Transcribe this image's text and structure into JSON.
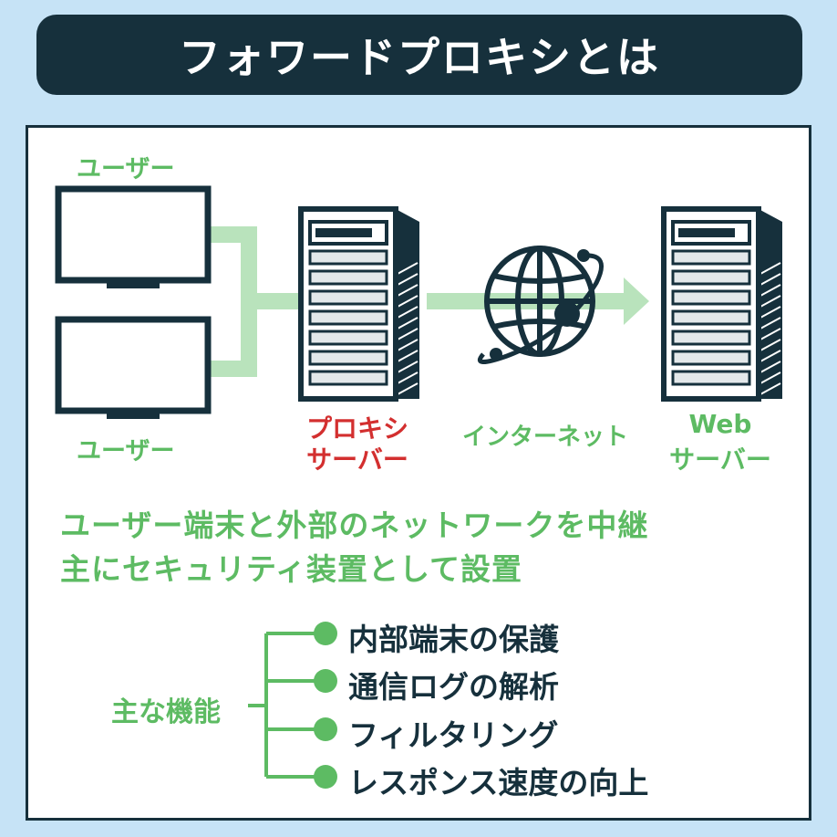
{
  "title": "フォワードプロキシとは",
  "diagram": {
    "user_label_top": "ユーザー",
    "user_label_bottom": "ユーザー",
    "proxy_label_line1": "プロキシ",
    "proxy_label_line2": "サーバー",
    "internet_label": "インターネット",
    "web_label_line1": "Web",
    "web_label_line2": "サーバー"
  },
  "description": {
    "line1": "ユーザー端末と外部のネットワークを中継",
    "line2": "主にセキュリティ装置として設置"
  },
  "features": {
    "label": "主な機能",
    "items": [
      "内部端末の保護",
      "通信ログの解析",
      "フィルタリング",
      "レスポンス速度の向上"
    ]
  },
  "colors": {
    "navy": "#16303c",
    "green": "#5dbb63",
    "light_green": "#b9e3bc",
    "red": "#d32f2f",
    "background": "#c6e3f6"
  }
}
